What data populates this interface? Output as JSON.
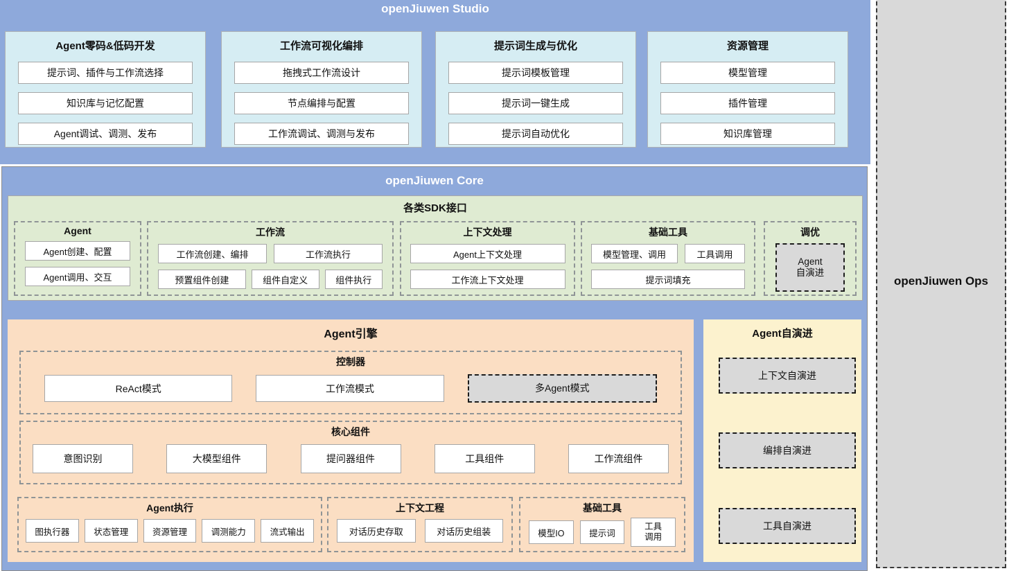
{
  "studio": {
    "title": "openJiuwen Studio",
    "cards": [
      {
        "title": "Agent零码&低码开发",
        "items": [
          "提示词、插件与工作流选择",
          "知识库与记忆配置",
          "Agent调试、调测、发布"
        ]
      },
      {
        "title": "工作流可视化编排",
        "items": [
          "拖拽式工作流设计",
          "节点编排与配置",
          "工作流调试、调测与发布"
        ]
      },
      {
        "title": "提示词生成与优化",
        "items": [
          "提示词模板管理",
          "提示词一键生成",
          "提示词自动优化"
        ]
      },
      {
        "title": "资源管理",
        "items": [
          "模型管理",
          "插件管理",
          "知识库管理"
        ]
      }
    ]
  },
  "core": {
    "title": "openJiuwen Core",
    "sdk": {
      "title": "各类SDK接口",
      "agent": {
        "title": "Agent",
        "items": [
          "Agent创建、配置",
          "Agent调用、交互"
        ]
      },
      "workflow": {
        "title": "工作流",
        "row1": [
          "工作流创建、编排",
          "工作流执行"
        ],
        "row2": [
          "预置组件创建",
          "组件自定义",
          "组件执行"
        ]
      },
      "context": {
        "title": "上下文处理",
        "items": [
          "Agent上下文处理",
          "工作流上下文处理"
        ]
      },
      "tools": {
        "title": "基础工具",
        "row1": [
          "模型管理、调用",
          "工具调用"
        ],
        "row2": [
          "提示词填充"
        ]
      },
      "tuning": {
        "title": "调优",
        "item": "Agent\n自演进"
      }
    },
    "engine": {
      "title": "Agent引擎",
      "controller": {
        "title": "控制器",
        "items": [
          "ReAct模式",
          "工作流模式",
          "多Agent模式"
        ]
      },
      "components": {
        "title": "核心组件",
        "items": [
          "意图识别",
          "大模型组件",
          "提问器组件",
          "工具组件",
          "工作流组件"
        ]
      },
      "execution": {
        "title": "Agent执行",
        "items": [
          "图执行器",
          "状态管理",
          "资源管理",
          "调测能力",
          "流式输出"
        ]
      },
      "context_engineering": {
        "title": "上下文工程",
        "items": [
          "对话历史存取",
          "对话历史组装"
        ]
      },
      "basic_tools": {
        "title": "基础工具",
        "items": [
          "模型IO",
          "提示词",
          "工具\n调用"
        ]
      }
    },
    "evolution": {
      "title": "Agent自演进",
      "items": [
        "上下文自演进",
        "编排自演进",
        "工具自演进"
      ]
    }
  },
  "ops": {
    "title": "openJiuwen Ops"
  },
  "colors": {
    "band_blue": "#8EA9DB",
    "card_cyan": "#D6EDF3",
    "sdk_green": "#DFEBD2",
    "engine_orange": "#FBDEC3",
    "evolution_yellow": "#FCF2CE",
    "gray_fill": "#D9D9D9"
  }
}
